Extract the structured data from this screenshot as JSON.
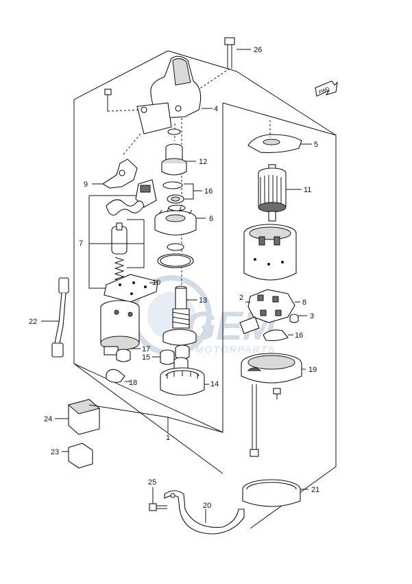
{
  "fwd_marker": "FWD",
  "watermark": {
    "brand": "GEM",
    "subtitle": "MOTORPARTS"
  },
  "callouts": {
    "c1": "1",
    "c2": "2",
    "c3": "3",
    "c4": "4",
    "c5": "5",
    "c6": "6",
    "c7": "7",
    "c8": "8",
    "c9": "9",
    "c10": "10",
    "c11": "11",
    "c12": "12",
    "c13": "13",
    "c14": "14",
    "c15": "15",
    "c16a": "16",
    "c16b": "16",
    "c17": "17",
    "c18": "18",
    "c19": "19",
    "c20": "20",
    "c21": "21",
    "c22": "22",
    "c23": "23",
    "c24": "24",
    "c25": "25",
    "c26": "26"
  },
  "colors": {
    "ink": "#111111",
    "watermark": "#c9d6e3"
  }
}
